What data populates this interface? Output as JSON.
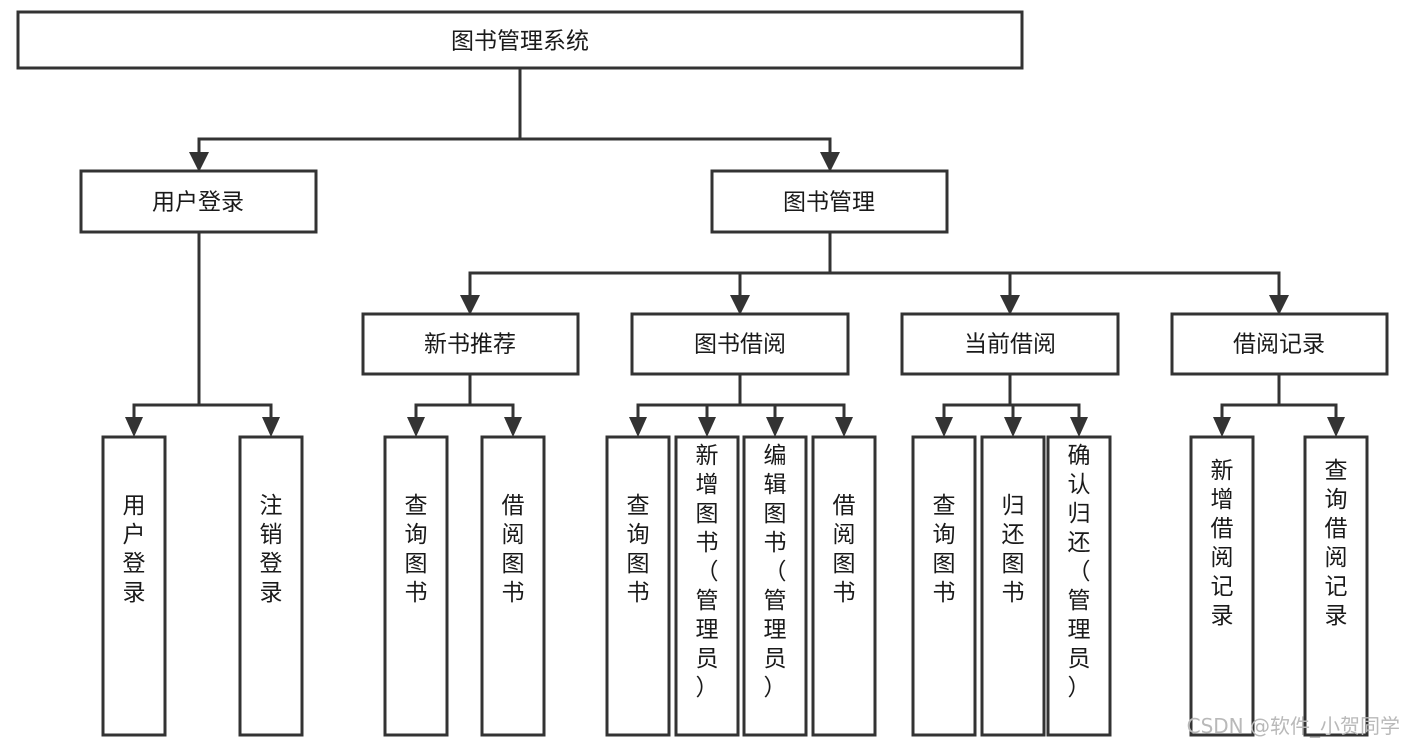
{
  "diagram": {
    "title": "图书管理系统",
    "type": "hierarchy-tree",
    "orientation": "top-down",
    "accent_color": "#333333",
    "background_color": "#ffffff",
    "levels": [
      {
        "level": 0,
        "nodes": [
          {
            "id": "root",
            "label": "图书管理系统",
            "orientation": "horizontal"
          }
        ]
      },
      {
        "level": 1,
        "nodes": [
          {
            "id": "user-login",
            "label": "用户登录",
            "orientation": "horizontal",
            "parent": "root"
          },
          {
            "id": "book-manage",
            "label": "图书管理",
            "orientation": "horizontal",
            "parent": "root"
          }
        ]
      },
      {
        "level": 2,
        "nodes": [
          {
            "id": "new-book-rec",
            "label": "新书推荐",
            "orientation": "horizontal",
            "parent": "book-manage"
          },
          {
            "id": "book-borrow",
            "label": "图书借阅",
            "orientation": "horizontal",
            "parent": "book-manage"
          },
          {
            "id": "current-borrow",
            "label": "当前借阅",
            "orientation": "horizontal",
            "parent": "book-manage"
          },
          {
            "id": "borrow-record",
            "label": "借阅记录",
            "orientation": "horizontal",
            "parent": "book-manage"
          }
        ]
      },
      {
        "level": 3,
        "nodes": [
          {
            "id": "leaf-user-login",
            "label": "用户登录",
            "orientation": "vertical",
            "parent": "user-login"
          },
          {
            "id": "leaf-logout",
            "label": "注销登录",
            "orientation": "vertical",
            "parent": "user-login"
          },
          {
            "id": "leaf-query-book-1",
            "label": "查询图书",
            "orientation": "vertical",
            "parent": "new-book-rec"
          },
          {
            "id": "leaf-borrow-book-1",
            "label": "借阅图书",
            "orientation": "vertical",
            "parent": "new-book-rec"
          },
          {
            "id": "leaf-query-book-2",
            "label": "查询图书",
            "orientation": "vertical",
            "parent": "book-borrow"
          },
          {
            "id": "leaf-add-book",
            "label": "新增图书（管理员）",
            "orientation": "vertical",
            "parent": "book-borrow"
          },
          {
            "id": "leaf-edit-book",
            "label": "编辑图书（管理员）",
            "orientation": "vertical",
            "parent": "book-borrow"
          },
          {
            "id": "leaf-borrow-book-2",
            "label": "借阅图书",
            "orientation": "vertical",
            "parent": "book-borrow"
          },
          {
            "id": "leaf-query-book-3",
            "label": "查询图书",
            "orientation": "vertical",
            "parent": "current-borrow"
          },
          {
            "id": "leaf-return-book",
            "label": "归还图书",
            "orientation": "vertical",
            "parent": "current-borrow"
          },
          {
            "id": "leaf-confirm-return",
            "label": "确认归还（管理员）",
            "orientation": "vertical",
            "parent": "current-borrow"
          },
          {
            "id": "leaf-add-record",
            "label": "新增借阅记录",
            "orientation": "vertical",
            "parent": "borrow-record"
          },
          {
            "id": "leaf-query-record",
            "label": "查询借阅记录",
            "orientation": "vertical",
            "parent": "borrow-record"
          }
        ]
      }
    ]
  },
  "watermark": {
    "text": "CSDN @软件_小贺同学"
  }
}
